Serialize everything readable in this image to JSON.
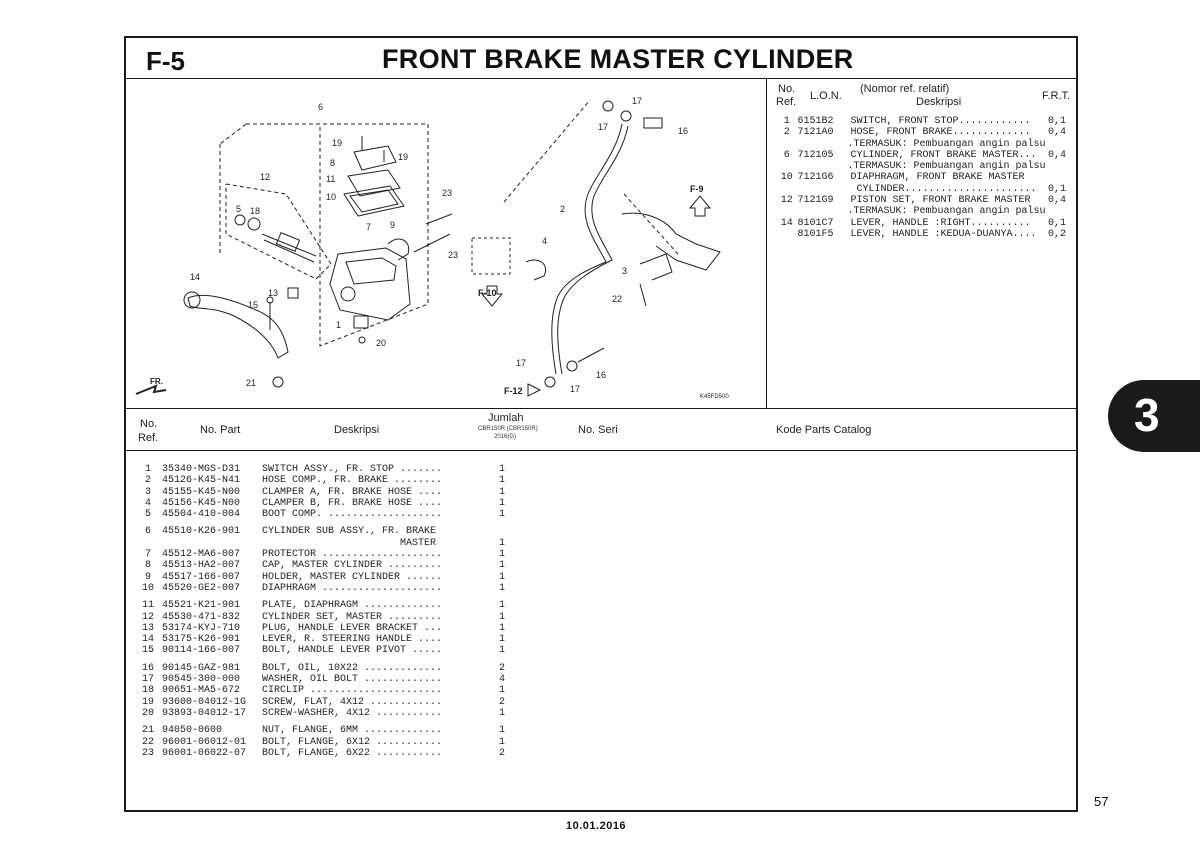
{
  "header": {
    "section": "F-5",
    "title": "FRONT BRAKE MASTER CYLINDER"
  },
  "diagram": {
    "labels": [
      "1",
      "2",
      "3",
      "4",
      "5",
      "6",
      "7",
      "8",
      "9",
      "10",
      "11",
      "12",
      "13",
      "14",
      "15",
      "16",
      "17",
      "18",
      "19",
      "20",
      "21",
      "22",
      "23"
    ],
    "refs": {
      "f9": "F-9",
      "f10": "F-10",
      "f12": "F-12",
      "fr": "FR.",
      "code": "K45FD500"
    }
  },
  "ref_table": {
    "headers": {
      "no": "No.",
      "ref": "Ref.",
      "lon": "L.O.N.",
      "nomor": "(Nomor ref. relatif)",
      "deskripsi": "Deskripsi",
      "frt": "F.R.T."
    },
    "rows": [
      {
        "no": "1",
        "lon": "6151B2",
        "desc": "SWITCH, FRONT STOP............",
        "frt": "0,1"
      },
      {
        "no": "2",
        "lon": "7121A0",
        "desc": "HOSE, FRONT BRAKE.............",
        "frt": "0,4"
      },
      {
        "no": "",
        "lon": "",
        "desc": ".TERMASUK: Pembuangan angin palsu",
        "frt": ""
      },
      {
        "no": "6",
        "lon": "712105",
        "desc": "CYLINDER, FRONT BRAKE MASTER...",
        "frt": "0,4"
      },
      {
        "no": "",
        "lon": "",
        "desc": ".TERMASUK: Pembuangan angin palsu",
        "frt": ""
      },
      {
        "no": "10",
        "lon": "7121G6",
        "desc": "DIAPHRAGM, FRONT BRAKE MASTER",
        "frt": ""
      },
      {
        "no": "",
        "lon": "",
        "desc": " CYLINDER......................",
        "frt": "0,1"
      },
      {
        "no": "12",
        "lon": "7121G9",
        "desc": "PISTON SET, FRONT BRAKE MASTER",
        "frt": "0,4"
      },
      {
        "no": "",
        "lon": "",
        "desc": ".TERMASUK: Pembuangan angin palsu",
        "frt": ""
      },
      {
        "no": "14",
        "lon": "8101C7",
        "desc": "LEVER, HANDLE :RIGHT..........",
        "frt": "0,1"
      },
      {
        "no": "",
        "lon": "8101F5",
        "desc": "LEVER, HANDLE :KEDUA-DUANYA....",
        "frt": "0,2"
      }
    ]
  },
  "parts_header": {
    "no": "No.",
    "ref": "Ref.",
    "part": "No. Part",
    "desc": "Deskripsi",
    "jumlah": "Jumlah",
    "model": "CBR150R (CBR150R)",
    "year": "2016(G)",
    "seri": "No. Seri",
    "kode": "Kode Parts Catalog"
  },
  "parts": [
    {
      "no": "1",
      "part": "35340-MGS-D31",
      "desc": "SWITCH ASSY., FR. STOP .......",
      "qty": "1"
    },
    {
      "no": "2",
      "part": "45126-K45-N41",
      "desc": "HOSE COMP., FR. BRAKE ........",
      "qty": "1"
    },
    {
      "no": "3",
      "part": "45155-K45-N00",
      "desc": "CLAMPER A, FR. BRAKE HOSE ....",
      "qty": "1"
    },
    {
      "no": "4",
      "part": "45156-K45-N00",
      "desc": "CLAMPER B, FR. BRAKE HOSE ....",
      "qty": "1"
    },
    {
      "no": "5",
      "part": "45504-410-004",
      "desc": "BOOT COMP. ...................",
      "qty": "1"
    },
    {
      "gap": true
    },
    {
      "no": "6",
      "part": "45510-K26-901",
      "desc": "CYLINDER SUB ASSY., FR. BRAKE",
      "qty": ""
    },
    {
      "no": "",
      "part": "",
      "desc": "                       MASTER",
      "qty": "1"
    },
    {
      "no": "7",
      "part": "45512-MA6-007",
      "desc": "PROTECTOR ....................",
      "qty": "1"
    },
    {
      "no": "8",
      "part": "45513-HA2-007",
      "desc": "CAP, MASTER CYLINDER .........",
      "qty": "1"
    },
    {
      "no": "9",
      "part": "45517-166-007",
      "desc": "HOLDER, MASTER CYLINDER ......",
      "qty": "1"
    },
    {
      "no": "10",
      "part": "45520-GE2-007",
      "desc": "DIAPHRAGM ....................",
      "qty": "1"
    },
    {
      "gap": true
    },
    {
      "no": "11",
      "part": "45521-K21-901",
      "desc": "PLATE, DIAPHRAGM .............",
      "qty": "1"
    },
    {
      "no": "12",
      "part": "45530-471-832",
      "desc": "CYLINDER SET, MASTER .........",
      "qty": "1"
    },
    {
      "no": "13",
      "part": "53174-KYJ-710",
      "desc": "PLUG, HANDLE LEVER BRACKET ...",
      "qty": "1"
    },
    {
      "no": "14",
      "part": "53175-K26-901",
      "desc": "LEVER, R. STEERING HANDLE ....",
      "qty": "1"
    },
    {
      "no": "15",
      "part": "90114-166-007",
      "desc": "BOLT, HANDLE LEVER PIVOT .....",
      "qty": "1"
    },
    {
      "gap": true
    },
    {
      "no": "16",
      "part": "90145-GAZ-981",
      "desc": "BOLT, OIL, 10X22 .............",
      "qty": "2"
    },
    {
      "no": "17",
      "part": "90545-300-000",
      "desc": "WASHER, OIL BOLT .............",
      "qty": "4"
    },
    {
      "no": "18",
      "part": "90651-MA5-672",
      "desc": "CIRCLIP ......................",
      "qty": "1"
    },
    {
      "no": "19",
      "part": "93600-04012-1G",
      "desc": "SCREW, FLAT, 4X12 ............",
      "qty": "2"
    },
    {
      "no": "20",
      "part": "93893-04012-17",
      "desc": "SCREW-WASHER, 4X12 ...........",
      "qty": "1"
    },
    {
      "gap": true
    },
    {
      "no": "21",
      "part": "94050-0600",
      "desc": "NUT, FLANGE, 6MM .............",
      "qty": "1"
    },
    {
      "no": "22",
      "part": "96001-06012-01",
      "desc": "BOLT, FLANGE, 6X12 ...........",
      "qty": "1"
    },
    {
      "no": "23",
      "part": "96001-06022-07",
      "desc": "BOLT, FLANGE, 6X22 ...........",
      "qty": "2"
    }
  ],
  "footer": {
    "tab": "3",
    "page": "57",
    "date": "10.01.2016"
  }
}
